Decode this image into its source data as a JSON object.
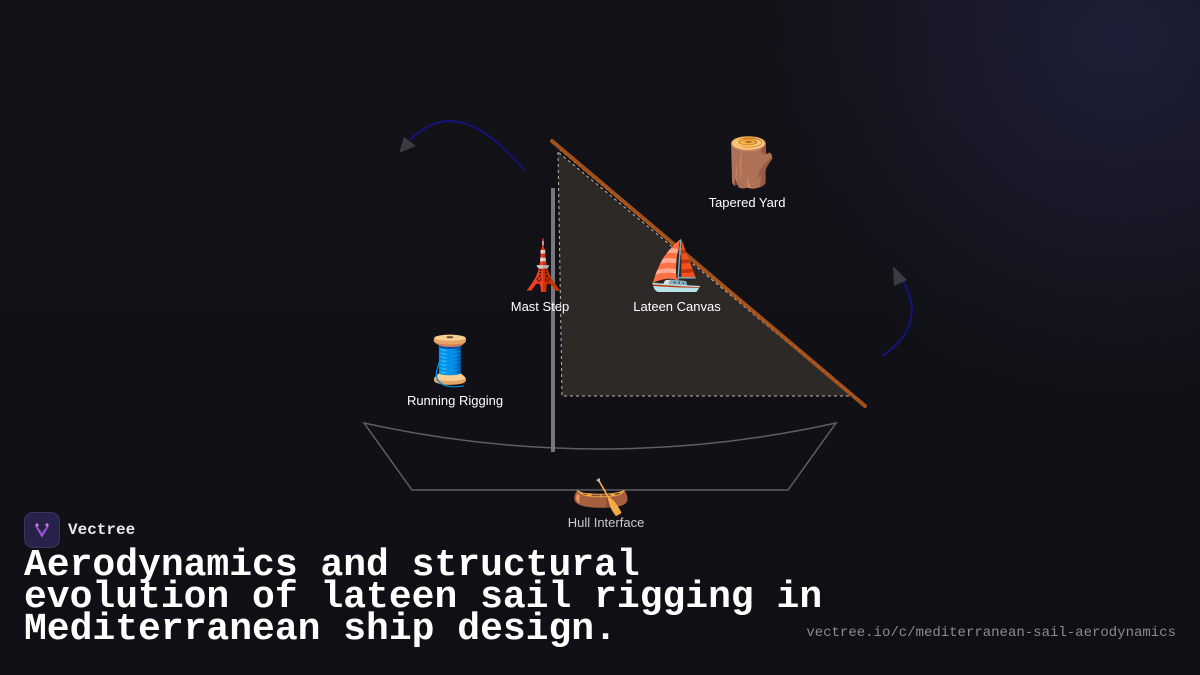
{
  "diagram": {
    "nodes": {
      "tapered_yard": {
        "label": "Tapered Yard",
        "icon": "wood-log-icon",
        "glyph": "🪵"
      },
      "mast_step": {
        "label": "Mast Step",
        "icon": "tower-icon",
        "glyph": "🗼"
      },
      "lateen_canvas": {
        "label": "Lateen Canvas",
        "icon": "sailboat-icon",
        "glyph": "⛵"
      },
      "running_rigging": {
        "label": "Running Rigging",
        "icon": "thread-spool-icon",
        "glyph": "🧵"
      },
      "hull_interface": {
        "label": "Hull Interface",
        "icon": "canoe-icon",
        "glyph": "🛶"
      }
    },
    "colors": {
      "yard": "#a0501a",
      "sail_fill": "#2f2b29",
      "sail_edge": "#bfb6a8",
      "hull": "#5e5e66",
      "mast": "#77777e",
      "arrow": "#14137a"
    }
  },
  "brand": {
    "name": "Vectree"
  },
  "title": "Aerodynamics and structural evolution of lateen sail rigging in Mediterranean ship design.",
  "url": "vectree.io/c/mediterranean-sail-aerodynamics"
}
